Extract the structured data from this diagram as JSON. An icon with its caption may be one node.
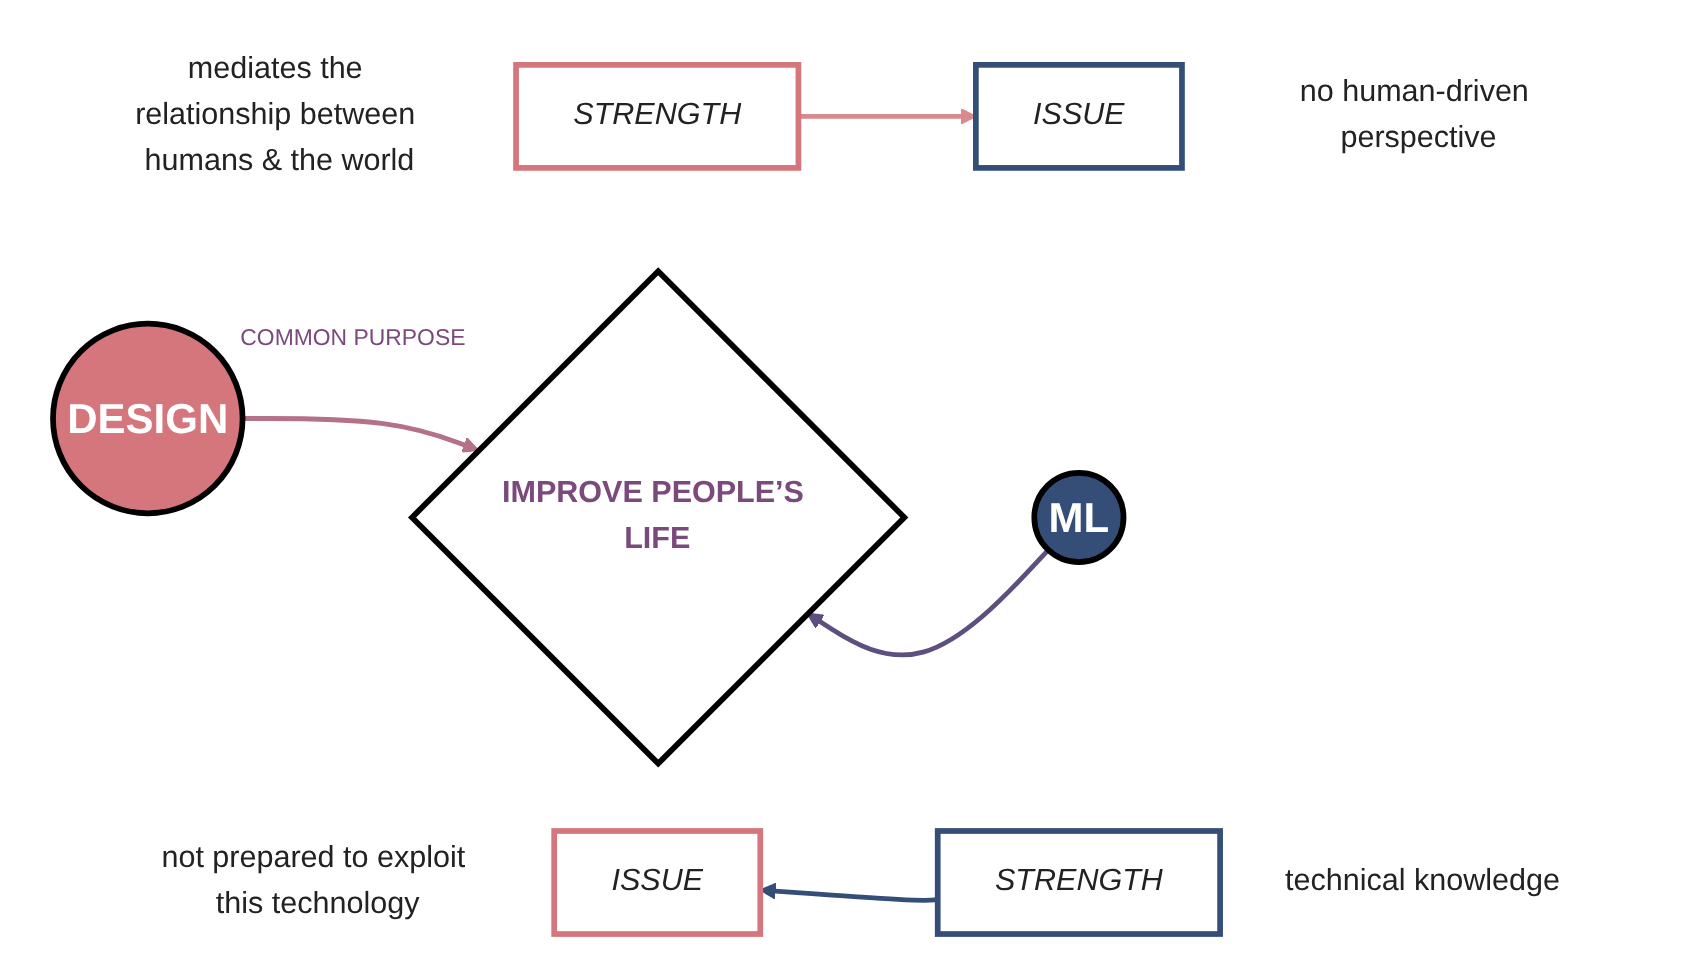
{
  "diagram": {
    "nodes": [
      {
        "text": [
          "STRENGTH"
        ],
        "beside": [
          "mediates the relationship between humans & the world"
        ]
      },
      {
        "text": [
          "ISSUE"
        ],
        "beside": [
          "no human-driven perspective"
        ]
      },
      {
        "text": [
          "DESIGN"
        ]
      },
      {
        "text": [
          "IMPROVE PEOPLE’S LIFE"
        ],
        "beside": [
          "COMMON PURPOSE"
        ]
      },
      {
        "text": [
          "ML"
        ]
      },
      {
        "text": [
          "ISSUE"
        ],
        "beside": [
          "not prepared to exploit this technology"
        ]
      },
      {
        "text": [
          "STRENGTH"
        ],
        "beside": [
          "technical knowledge"
        ]
      }
    ],
    "edges": [
      {
        "from": 0,
        "to": 1,
        "arrow": "to",
        "color": "#d98a8f"
      },
      {
        "from": 2,
        "to": 3,
        "arrow": "to",
        "color": "#b5718a"
      },
      {
        "from": 4,
        "to": 3,
        "arrow": "to",
        "color": "#5d4f80"
      },
      {
        "from": 6,
        "to": 5,
        "arrow": "to",
        "color": "#344e77"
      }
    ]
  }
}
